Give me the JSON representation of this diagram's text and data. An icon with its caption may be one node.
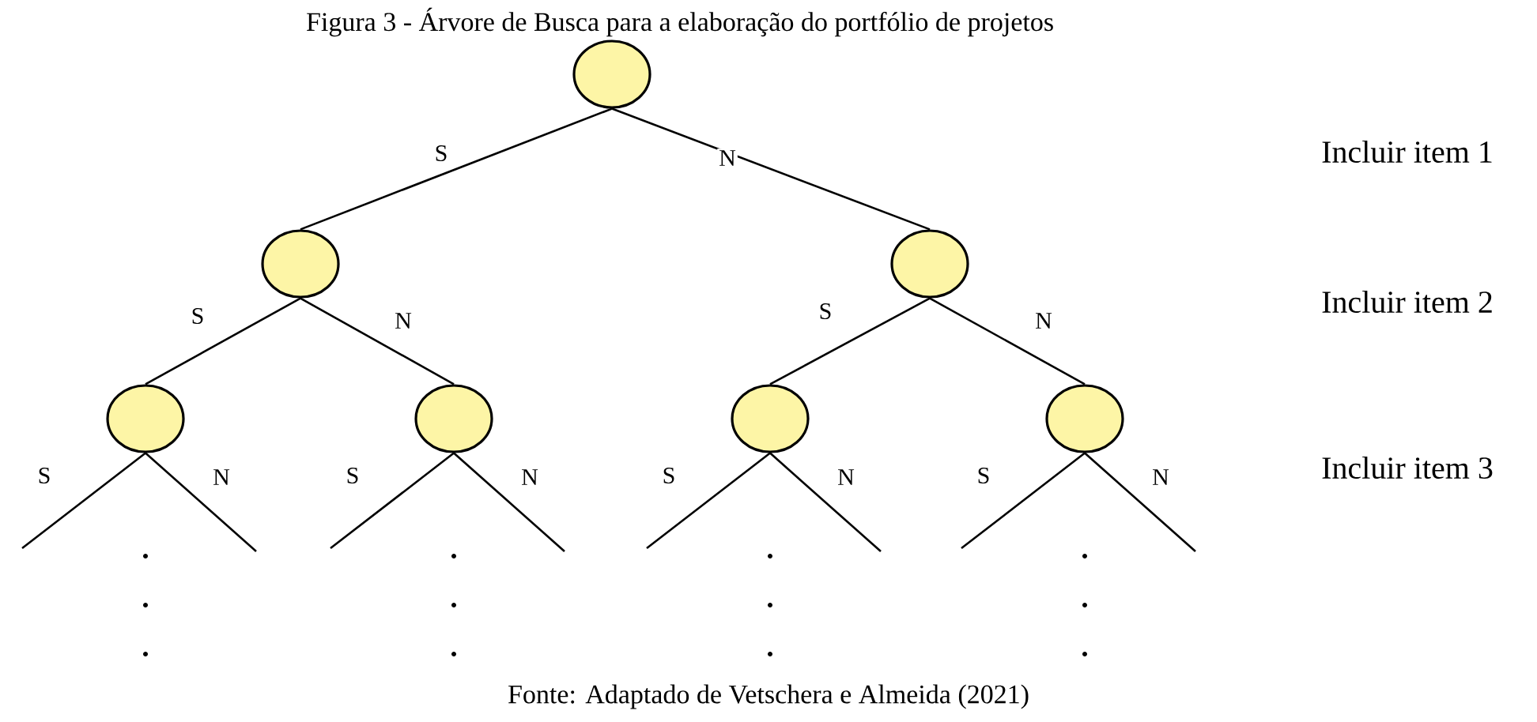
{
  "diagram": {
    "title": "Figura 3 - Árvore de Busca para a elaboração do portfólio de projetos",
    "caption": "Fonte: Adaptado de Vetschera e Almeida (2021)",
    "nodes": [
      {
        "text": [],
        "shape": "circle"
      },
      {
        "text": [],
        "shape": "circle"
      },
      {
        "text": [],
        "shape": "circle"
      },
      {
        "text": [],
        "shape": "circle"
      },
      {
        "text": [],
        "shape": "circle"
      },
      {
        "text": [],
        "shape": "circle"
      },
      {
        "text": [],
        "shape": "circle"
      }
    ],
    "edges": [
      {
        "from": 0,
        "to": 1,
        "arrow": "none",
        "label": "S"
      },
      {
        "from": 0,
        "to": 2,
        "arrow": "none",
        "label": "N"
      },
      {
        "from": 1,
        "to": 3,
        "arrow": "none",
        "label": "S"
      },
      {
        "from": 1,
        "to": 4,
        "arrow": "none",
        "label": "N"
      },
      {
        "from": 2,
        "to": 5,
        "arrow": "none",
        "label": "S"
      },
      {
        "from": 2,
        "to": 6,
        "arrow": "none",
        "label": "N"
      },
      {
        "from": 3,
        "to": null,
        "arrow": "none",
        "label": "S"
      },
      {
        "from": 3,
        "to": null,
        "arrow": "none",
        "label": "N"
      },
      {
        "from": 4,
        "to": null,
        "arrow": "none",
        "label": "S"
      },
      {
        "from": 4,
        "to": null,
        "arrow": "none",
        "label": "N"
      },
      {
        "from": 5,
        "to": null,
        "arrow": "none",
        "label": "S"
      },
      {
        "from": 5,
        "to": null,
        "arrow": "none",
        "label": "N"
      },
      {
        "from": 6,
        "to": null,
        "arrow": "none",
        "label": "S"
      },
      {
        "from": 6,
        "to": null,
        "arrow": "none",
        "label": "N"
      }
    ],
    "labels": [
      "Incluir item 1",
      "Incluir item 2",
      "Incluir item 3"
    ]
  }
}
